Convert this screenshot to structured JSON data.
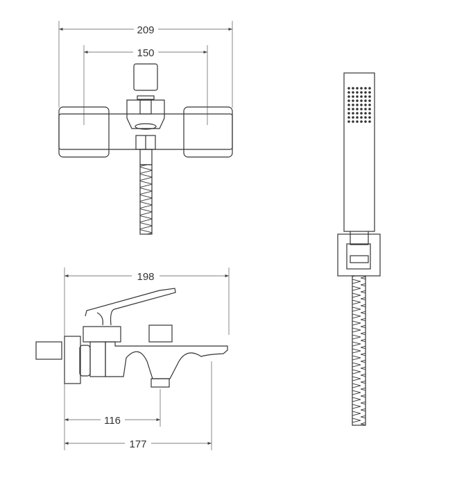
{
  "dimensions": {
    "top_overall_width": "209",
    "top_centers": "150",
    "side_overall_length": "198",
    "side_outlet_distance": "116",
    "side_spout_length": "177"
  },
  "colors": {
    "line": "#333333",
    "background": "#ffffff"
  }
}
